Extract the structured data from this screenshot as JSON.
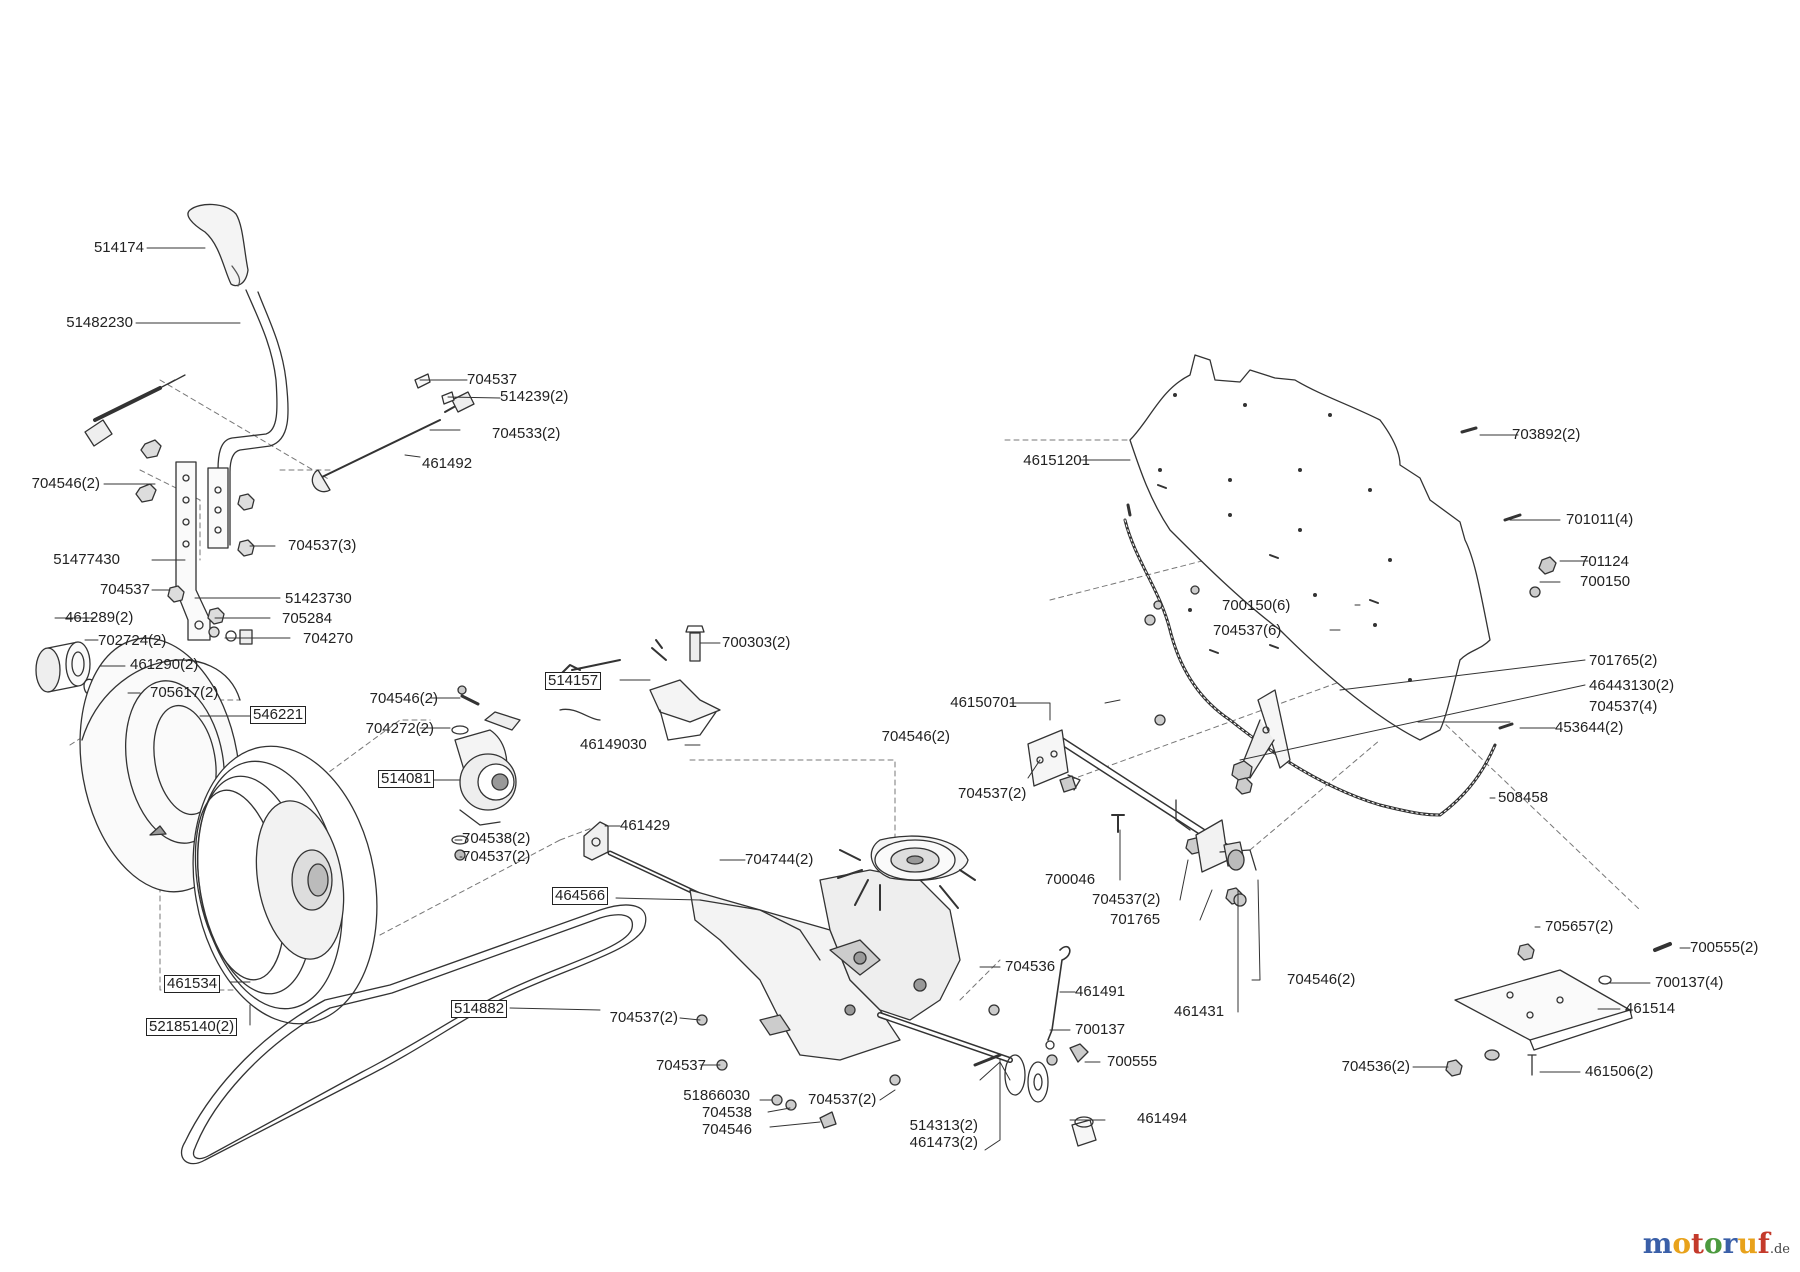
{
  "brand": {
    "segments": [
      {
        "text": "m",
        "color": "#3a5fa8"
      },
      {
        "text": "o",
        "color": "#e8a21b"
      },
      {
        "text": "t",
        "color": "#c43a2b"
      },
      {
        "text": "o",
        "color": "#4c9a3f"
      },
      {
        "text": "r",
        "color": "#3a5fa8"
      },
      {
        "text": "u",
        "color": "#e8a21b"
      },
      {
        "text": "f",
        "color": "#c43a2b"
      }
    ],
    "tld": ".de"
  },
  "labels": [
    "514174",
    "51482230",
    "704537",
    "514239(2)",
    "704533(2)",
    "461492",
    "704546(2)",
    "704537(3)",
    "51477430",
    "704537",
    "51423730",
    "705284",
    "704270",
    "461289(2)",
    "702724(2)",
    "461290(2)",
    "705617(2)",
    "546221",
    "700303(2)",
    "514157",
    "704546(2)",
    "704272(2)",
    "46149030",
    "514081",
    "704538(2)",
    "704537(2)",
    "461429",
    "704744(2)",
    "464566",
    "461534",
    "52185140(2)",
    "514882",
    "704536",
    "461491",
    "700137",
    "700555",
    "704537(2)",
    "704537",
    "51866030",
    "704538",
    "704546",
    "704537(2)",
    "514313(2)",
    "461473(2)",
    "461494",
    "46151201",
    "703892(2)",
    "701011(4)",
    "701124",
    "700150",
    "700150(6)",
    "704537(6)",
    "701765(2)",
    "46443130(2)",
    "704537(4)",
    "453644(2)",
    "46150701",
    "704546(2)",
    "704537(2)",
    "508458",
    "700046",
    "704537(2)",
    "701765",
    "704546(2)",
    "461431",
    "705657(2)",
    "700555(2)",
    "700137(4)",
    "461514",
    "704536(2)",
    "461506(2)"
  ]
}
